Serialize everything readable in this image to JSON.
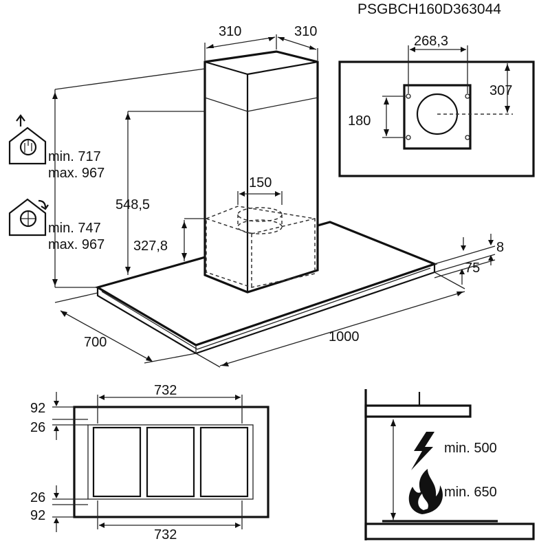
{
  "model_code": "PSGBCH160D363044",
  "main_view": {
    "dim_width_left": "310",
    "dim_width_right": "310",
    "dim_motor": "150",
    "dim_height_mid": "548,5",
    "dim_height_low": "327,8",
    "dim_depth": "700",
    "dim_length": "1000",
    "dim_canopy_thickness": "8",
    "dim_canopy_edge": "75",
    "extraction_min": "min. 717",
    "extraction_max": "max. 967",
    "recirculation_min": "min. 747",
    "recirculation_max": "max. 967"
  },
  "mount_view": {
    "dim_bracket_width": "268,3",
    "dim_offset": "307",
    "dim_bracket_height": "180"
  },
  "bottom_view": {
    "dim_top_width": "732",
    "dim_bottom_width": "732",
    "dim_top_margin": "92",
    "dim_top_inner": "26",
    "dim_bottom_inner": "26",
    "dim_bottom_margin": "92"
  },
  "clearance_view": {
    "electric_label": "min. 500",
    "gas_label": "min. 650"
  },
  "icons": [
    "extraction-mode-icon",
    "recirculation-mode-icon",
    "lightning-icon",
    "flame-icon"
  ]
}
